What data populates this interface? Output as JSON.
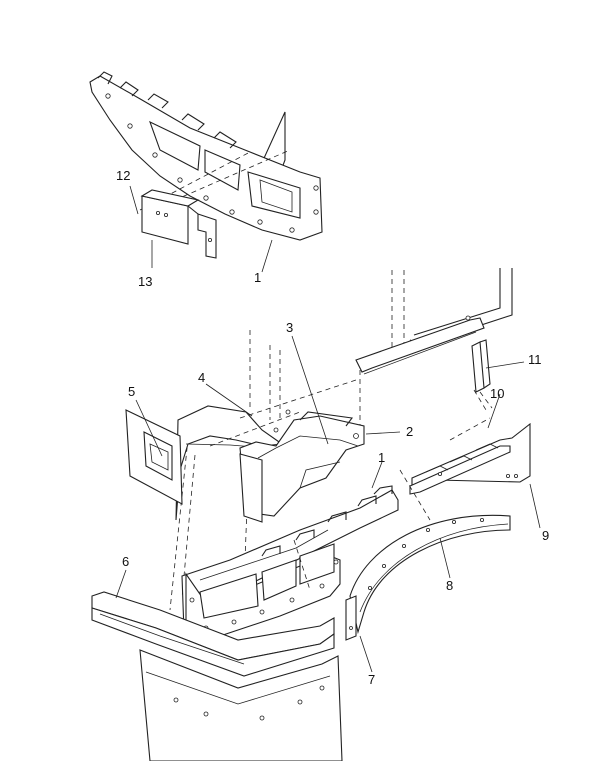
{
  "diagram": {
    "callouts": [
      {
        "id": "c1a",
        "label": "1"
      },
      {
        "id": "c12",
        "label": "12"
      },
      {
        "id": "c13",
        "label": "13"
      },
      {
        "id": "c3",
        "label": "3"
      },
      {
        "id": "c4",
        "label": "4"
      },
      {
        "id": "c5",
        "label": "5"
      },
      {
        "id": "c2",
        "label": "2"
      },
      {
        "id": "c1b",
        "label": "1"
      },
      {
        "id": "c11",
        "label": "11"
      },
      {
        "id": "c10",
        "label": "10"
      },
      {
        "id": "c9",
        "label": "9"
      },
      {
        "id": "c8",
        "label": "8"
      },
      {
        "id": "c6",
        "label": "6"
      },
      {
        "id": "c7",
        "label": "7"
      }
    ]
  }
}
